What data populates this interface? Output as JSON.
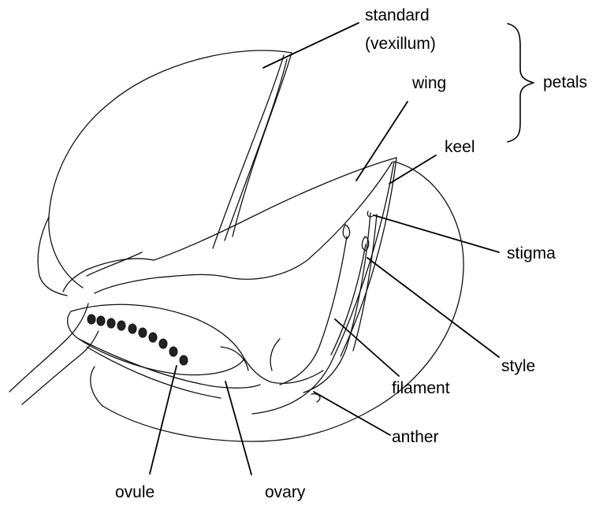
{
  "labels": {
    "standard": "standard",
    "vexillum": "(vexillum)",
    "wing": "wing",
    "petals": "petals",
    "keel": "keel",
    "stigma": "stigma",
    "style": "style",
    "filament": "filament",
    "anther": "anther",
    "ovule": "ovule",
    "ovary": "ovary"
  }
}
